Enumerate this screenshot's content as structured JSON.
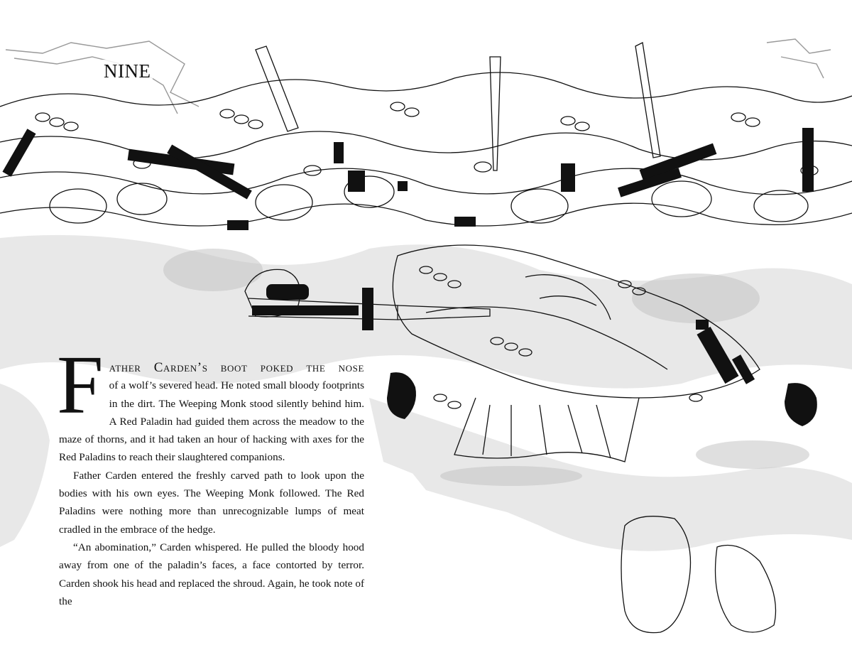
{
  "chapter": {
    "title": "NINE"
  },
  "body": {
    "drop_cap": "F",
    "opening_smallcaps": "ather Carden’s boot poked the nose",
    "paragraph_1_rest": "of a wolf’s severed head. He noted small bloody footprints in the dirt. The Weeping Monk stood silently behind him. A Red Paladin had guided them across the meadow to the maze of thorns, and it had taken an hour of hacking with axes for the Red Paladins to reach their slaughtered companions.",
    "paragraph_2": "Father Carden entered the freshly carved path to look upon the bodies with his own eyes. The Weeping Monk followed. The Red Paladins were nothing more than unrecognizable lumps of meat cradled in the embrace of the hedge.",
    "paragraph_3": "“An abomination,” Carden whispered. He pulled the bloody hood away from one of the paladin’s faces, a face contorted by terror. Carden shook his head and replaced the shroud. Again, he took note of the"
  },
  "colors": {
    "ink": "#111111",
    "wash": "#d9d9d9",
    "paper": "#ffffff"
  }
}
